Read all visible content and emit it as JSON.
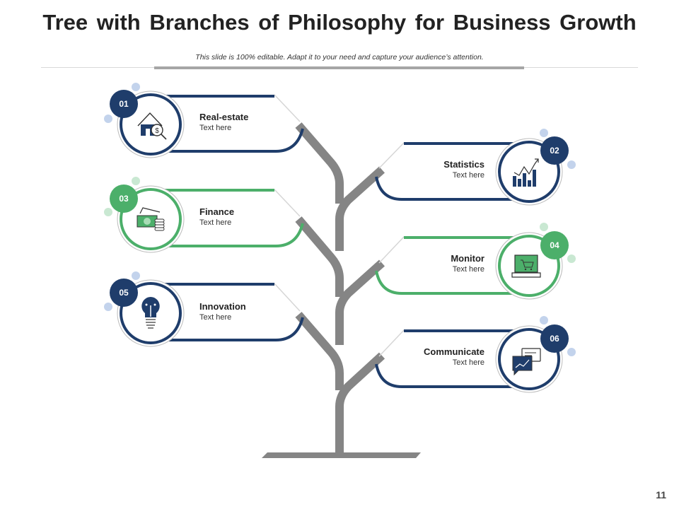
{
  "slide": {
    "title": "Tree with Branches of Philosophy for Business Growth",
    "subtitle": "This slide is 100% editable. Adapt it to your need and capture your audience’s attention.",
    "page_number": "11"
  },
  "colors": {
    "navy": "#1f3d6b",
    "green": "#4caf6a",
    "trunk": "#858585",
    "navy_dot": "#c3d3ec",
    "green_dot": "#c9e8d2"
  },
  "items": [
    {
      "number": "01",
      "title": "Real-estate",
      "text": "Text here",
      "side": "left",
      "color": "navy",
      "icon": "house-dollar-search-icon"
    },
    {
      "number": "02",
      "title": "Statistics",
      "text": "Text here",
      "side": "right",
      "color": "navy",
      "icon": "bar-chart-growth-icon"
    },
    {
      "number": "03",
      "title": "Finance",
      "text": "Text here",
      "side": "left",
      "color": "green",
      "icon": "money-coins-icon"
    },
    {
      "number": "04",
      "title": "Monitor",
      "text": "Text here",
      "side": "right",
      "color": "green",
      "icon": "laptop-cart-icon"
    },
    {
      "number": "05",
      "title": "Innovation",
      "text": "Text here",
      "side": "left",
      "color": "navy",
      "icon": "lightbulb-icon"
    },
    {
      "number": "06",
      "title": "Communicate",
      "text": "Text here",
      "side": "right",
      "color": "navy",
      "icon": "chat-chart-icon"
    }
  ]
}
